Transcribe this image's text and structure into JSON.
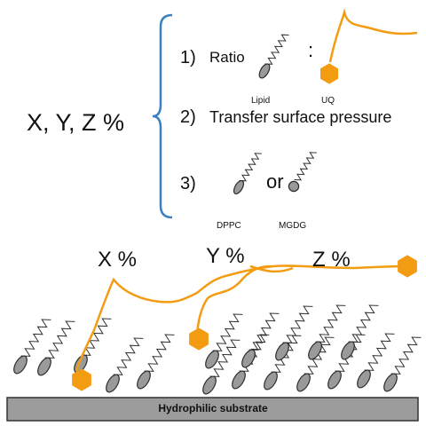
{
  "variables_label": "X, Y, Z %",
  "items": [
    {
      "number": "1)",
      "text": "Ratio"
    },
    {
      "number": "2)",
      "text": "Transfer surface pressure"
    },
    {
      "number": "3)",
      "text": ""
    }
  ],
  "ratio_separator": ":",
  "lipid_label": "Lipid",
  "uq_label": "UQ",
  "or_label": "or",
  "dppc_label": "DPPC",
  "mgdg_label": "MGDG",
  "region_labels": [
    "X %",
    "Y %",
    "Z %"
  ],
  "substrate_label": "Hydrophilic substrate",
  "colors": {
    "brace": "#3a7fc1",
    "uq": "#f39c12",
    "lipid_head": "#9a9a9a",
    "lipid_outline": "#2b2b2b",
    "substrate": "#9c9c9c"
  }
}
